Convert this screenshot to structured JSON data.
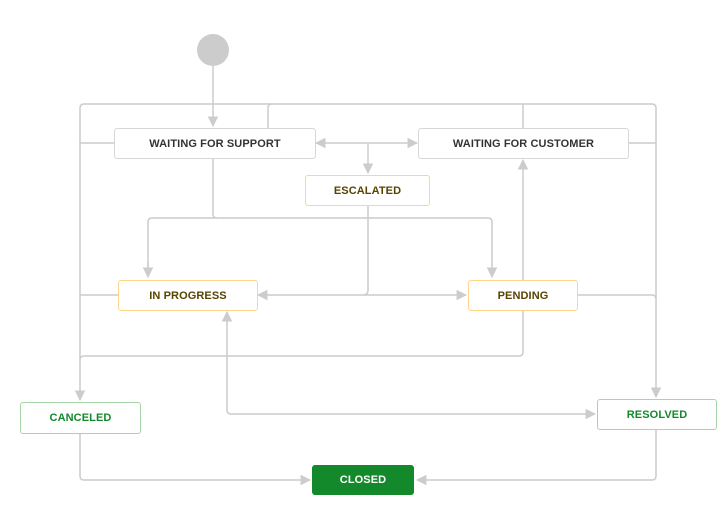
{
  "diagram": {
    "statuses": {
      "waiting_support": "WAITING FOR SUPPORT",
      "waiting_customer": "WAITING FOR CUSTOMER",
      "escalated": "ESCALATED",
      "in_progress": "IN PROGRESS",
      "pending": "PENDING",
      "canceled": "CANCELED",
      "resolved": "RESOLVED",
      "closed": "CLOSED"
    },
    "colors": {
      "line": "#cccccc",
      "start_node": "#cccccc",
      "todo_border": "#d7d7d7",
      "in_progress_border": "#ffd58a",
      "in_progress_text": "#594300",
      "done_border": "#a6d5a6",
      "done_text": "#14892c",
      "closed_fill": "#14892c"
    }
  }
}
